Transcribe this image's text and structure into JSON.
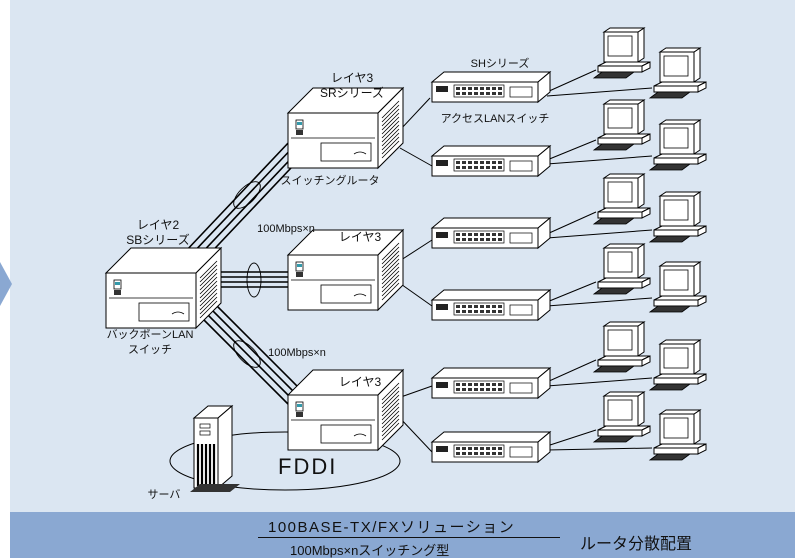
{
  "labels": {
    "sb_layer": "レイヤ2",
    "sb_series": "SBシリーズ",
    "backbone_line1": "バックボーンLAN",
    "backbone_line2": "スイッチ",
    "sr_top_layer": "レイヤ3",
    "sr_top_series": "SRシリーズ",
    "switching_router": "スイッチングルータ",
    "sr_mid_layer": "レイヤ3",
    "sr_bot_layer": "レイヤ3",
    "sh_series": "SHシリーズ",
    "access_switch": "アクセスLANスイッチ",
    "link_upper": "100Mbps×n",
    "link_lower": "100Mbps×n",
    "fddi": "FDDI",
    "server": "サーバ"
  },
  "footer": {
    "numerator": "100BASE-TX/FXソリューション",
    "denominator": "100Mbps×nスイッチング型",
    "right_title": "ルータ分散配置"
  },
  "colors": {
    "panel": "#dbe6f2",
    "footer": "#8aa8d2"
  }
}
